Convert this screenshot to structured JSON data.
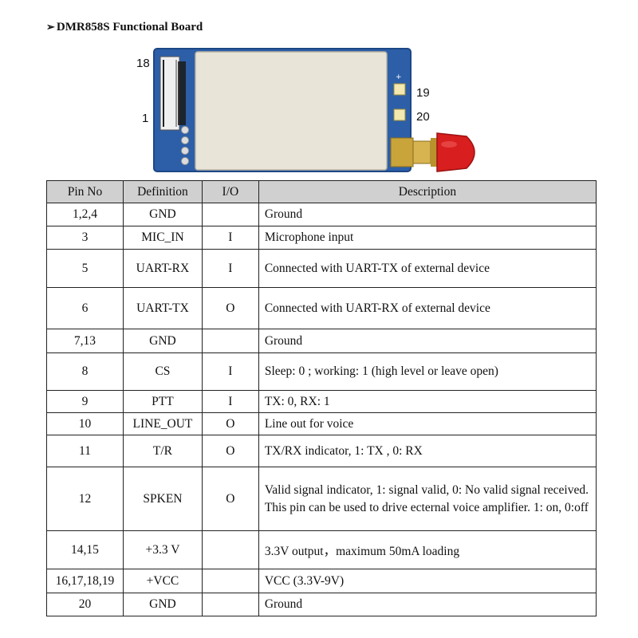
{
  "heading": {
    "marker": "➢",
    "text": "DMR858S Functional Board"
  },
  "board": {
    "pin_labels": {
      "p18": "18",
      "p1": "1",
      "p19": "19",
      "p20": "20"
    },
    "colors": {
      "pcb": "#2d5fa8",
      "shield": "#e9e4d8",
      "antenna": "#d81e1e",
      "connector": "#c9a43a"
    }
  },
  "table": {
    "headers": [
      "Pin No",
      "Definition",
      "I/O",
      "Description"
    ],
    "rows": [
      {
        "pin": "1,2,4",
        "def": "GND",
        "io": "",
        "desc": "Ground"
      },
      {
        "pin": "3",
        "def": "MIC_IN",
        "io": "I",
        "desc": "Microphone input"
      },
      {
        "pin": "5",
        "def": "UART-RX",
        "io": "I",
        "desc": "Connected with UART-TX of external device"
      },
      {
        "pin": "6",
        "def": "UART-TX",
        "io": "O",
        "desc": "Connected with UART-RX of external device"
      },
      {
        "pin": "7,13",
        "def": "GND",
        "io": "",
        "desc": "Ground"
      },
      {
        "pin": "8",
        "def": "CS",
        "io": "I",
        "desc": "Sleep: 0 ; working: 1 (high level or leave open)"
      },
      {
        "pin": "9",
        "def": "PTT",
        "io": "I",
        "desc": "TX: 0, RX: 1"
      },
      {
        "pin": "10",
        "def": "LINE_OUT",
        "io": "O",
        "desc": "Line out for voice"
      },
      {
        "pin": "11",
        "def": "T/R",
        "io": "O",
        "desc": "TX/RX indicator, 1: TX , 0: RX"
      },
      {
        "pin": "12",
        "def": "SPKEN",
        "io": "O",
        "desc": "Valid signal indicator, 1: signal valid, 0: No valid signal received. This pin can be used to drive ecternal voice amplifier. 1: on, 0:off"
      },
      {
        "pin": "14,15",
        "def": "+3.3 V",
        "io": "",
        "desc": "3.3V output，maximum 50mA loading"
      },
      {
        "pin": "16,17,18,19",
        "def": "+VCC",
        "io": "",
        "desc": "VCC (3.3V-9V)"
      },
      {
        "pin": "20",
        "def": "GND",
        "io": "",
        "desc": "Ground"
      }
    ]
  }
}
